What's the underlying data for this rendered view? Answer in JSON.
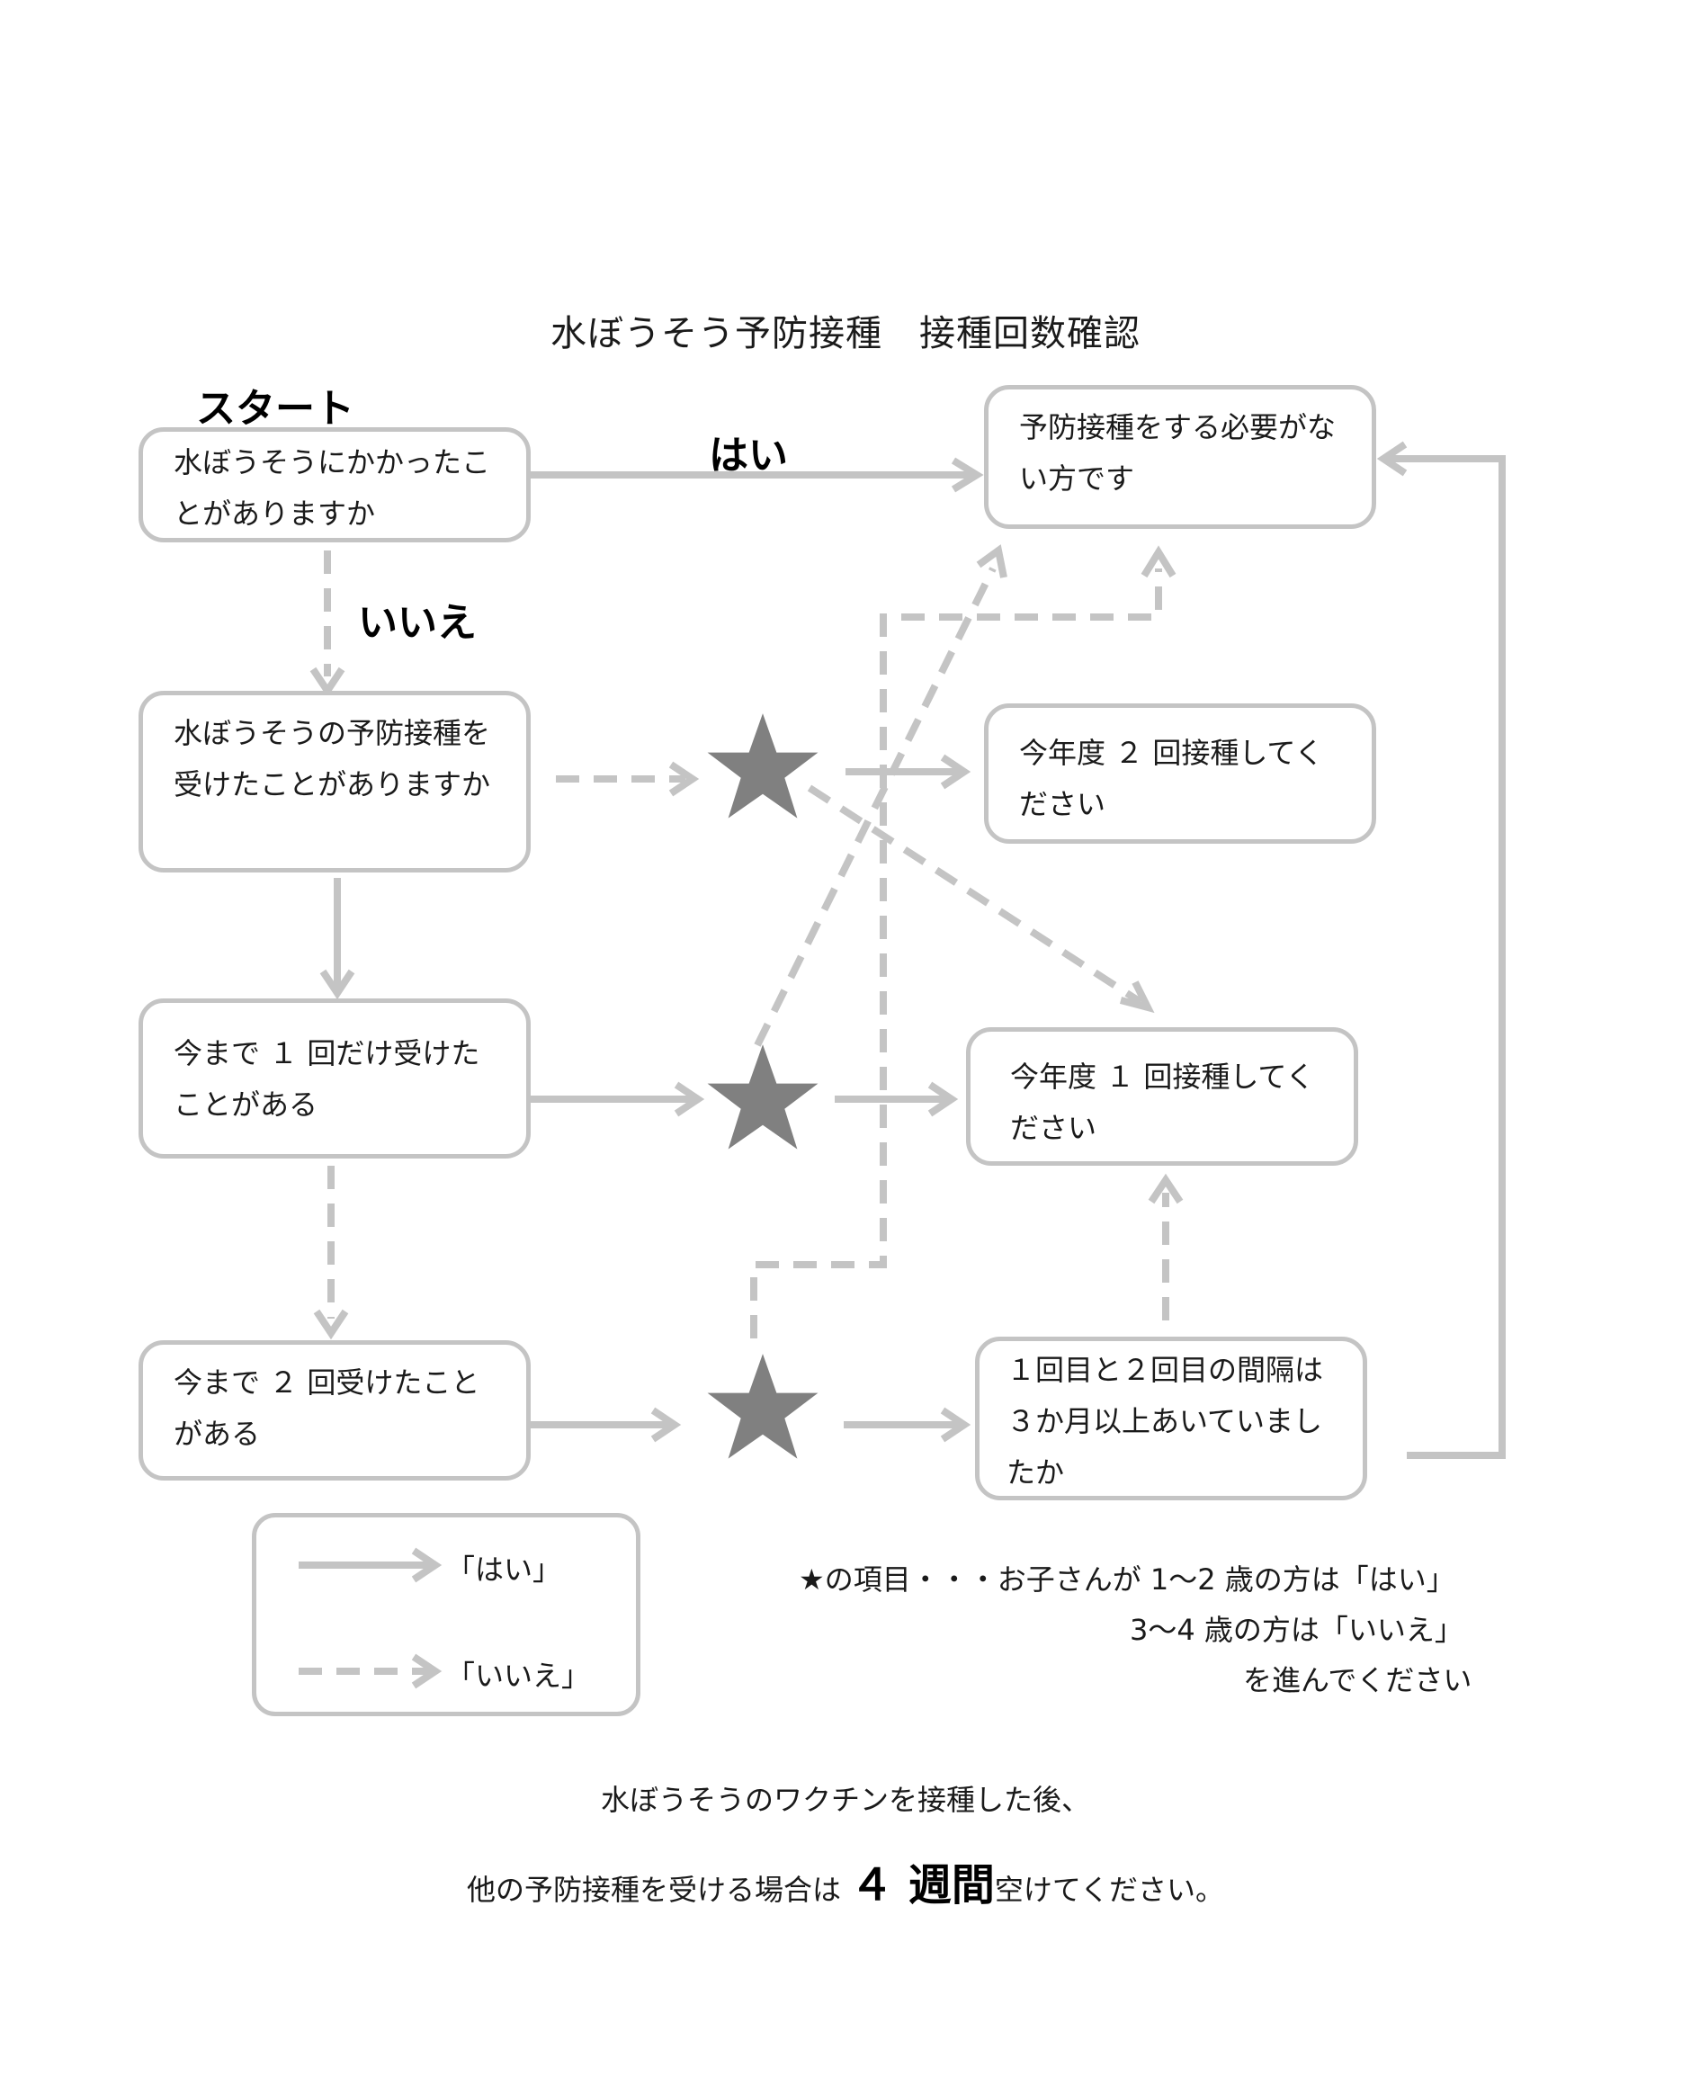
{
  "title": "水ぼうそう予防接種　接種回数確認",
  "labels": {
    "start": "スタート",
    "yes": "はい",
    "no": "いいえ"
  },
  "boxes": {
    "q1": "水ぼうそうにかかったことがありますか",
    "q2": "水ぼうそうの予防接種を受けたことがありますか",
    "q3": "今まで １ 回だけ受けたことがある",
    "q4": "今まで ２ 回受けたことがある",
    "r_none": "予防接種をする必要がない方です",
    "r_two": "今年度 ２ 回接種してください",
    "r_one": "今年度 １ 回接種してください",
    "q_interval": "１回目と２回目の間隔は３か月以上あいていましたか"
  },
  "legend": {
    "yes": "「はい」",
    "no": "「いいえ」"
  },
  "note": {
    "line1": "★の項目・・・お子さんが 1～2 歳の方は「はい」",
    "line2": "3～4 歳の方は「いいえ」",
    "line3": "を進んでください"
  },
  "footer": {
    "line1": "水ぼうそうのワクチンを接種した後、",
    "line2_pre": "他の予防接種を受ける場合は",
    "line2_emph": "４ 週間",
    "line2_post": "空けてください。"
  },
  "colors": {
    "arrow": "#c4c4c4",
    "star": "#808080",
    "border": "#c4c4c4"
  }
}
